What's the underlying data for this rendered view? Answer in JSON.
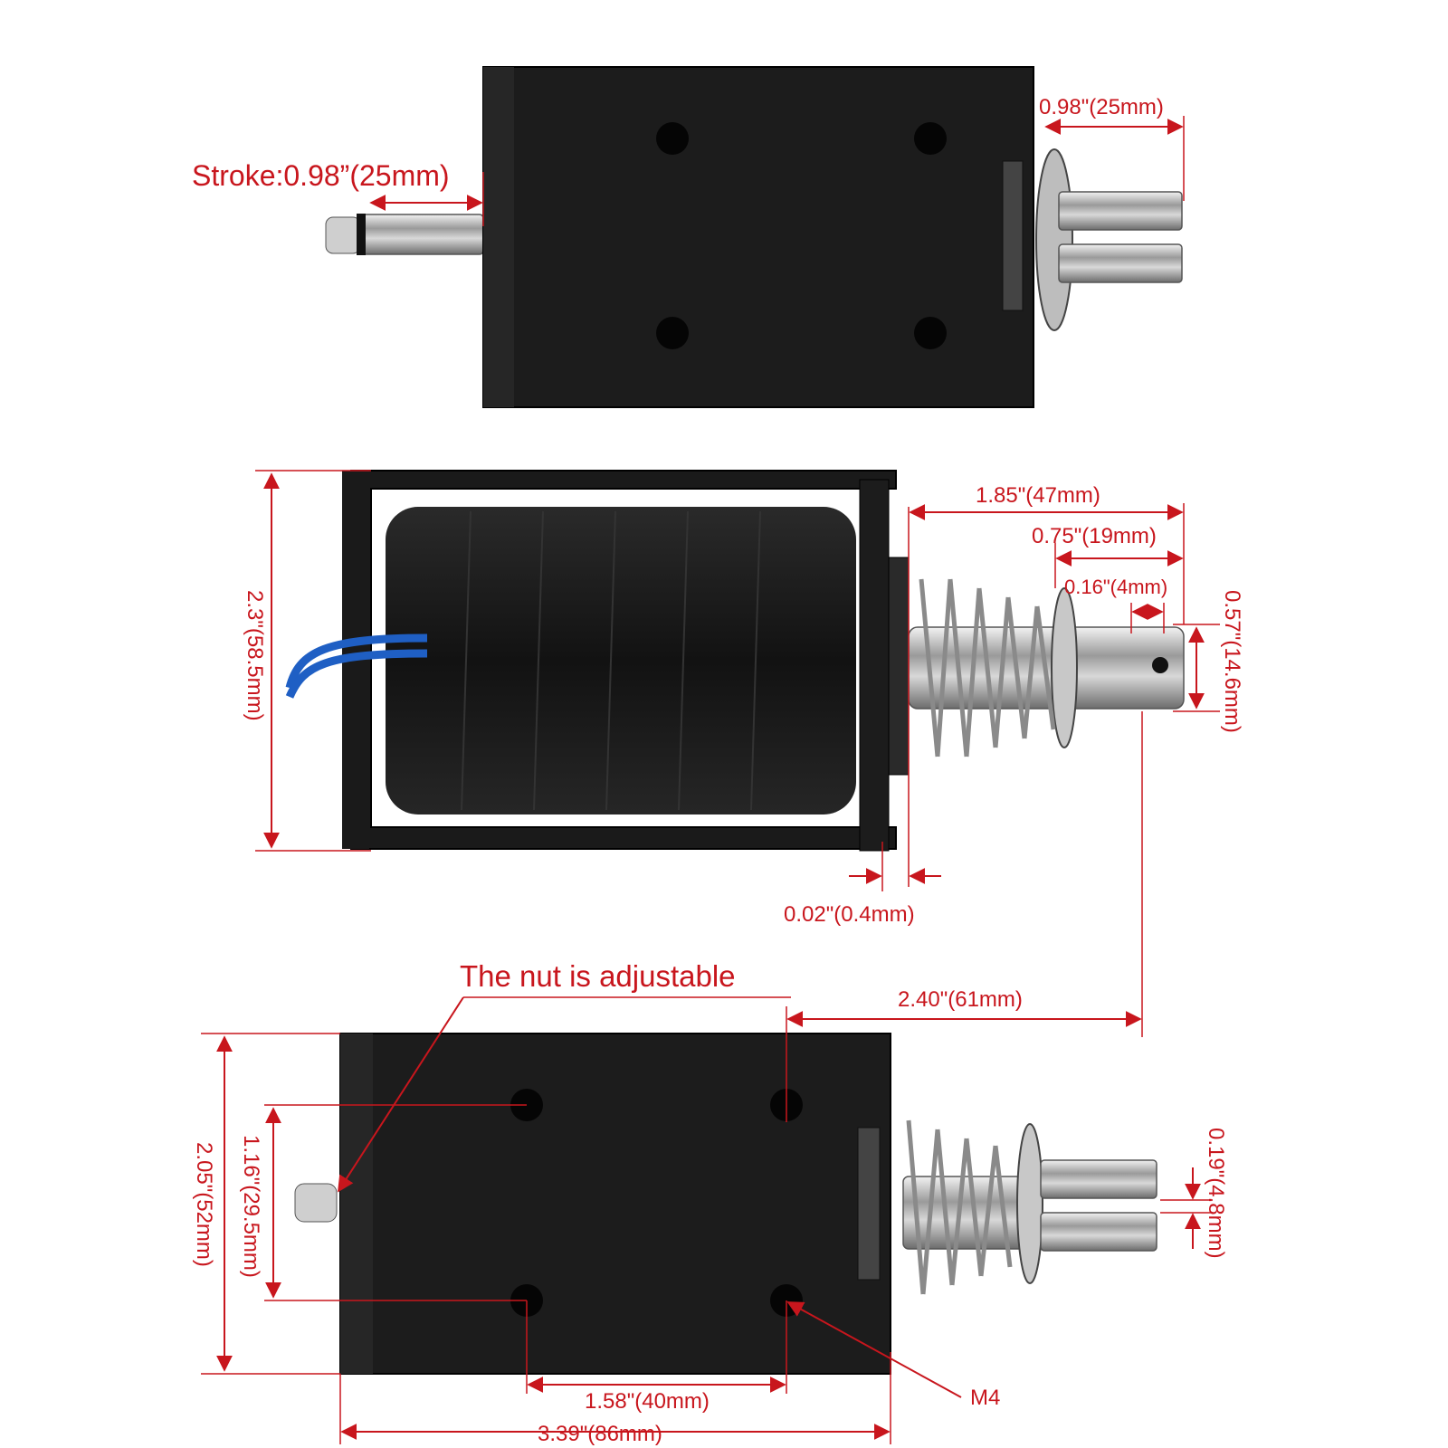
{
  "top_view": {
    "stroke_label": "Stroke:0.98”(25mm)",
    "shaft_label": "0.98\"(25mm)"
  },
  "middle_view": {
    "height_label": "2.3\"(58.5mm)",
    "length_47": "1.85\"(47mm)",
    "length_19": "0.75\"(19mm)",
    "length_4": "0.16\"(4mm)",
    "diameter_label": "0.57\"(14.6mm)",
    "gap_label": "0.02\"(0.4mm)"
  },
  "bottom_view": {
    "nut_label": "The nut is adjustable",
    "offset_label": "2.40\"(61mm)",
    "height_label": "2.05\"(52mm)",
    "hole_spacing_v": "1.16\"(29.5mm)",
    "slot_label": "0.19\"(4.8mm)",
    "hole_spacing_h": "1.58\"(40mm)",
    "length_label": "3.39\"(86mm)",
    "thread_label": "M4"
  },
  "colors": {
    "dimension": "#c8161d",
    "body": "#1c1c1c",
    "wire": "#1f5fc4"
  }
}
